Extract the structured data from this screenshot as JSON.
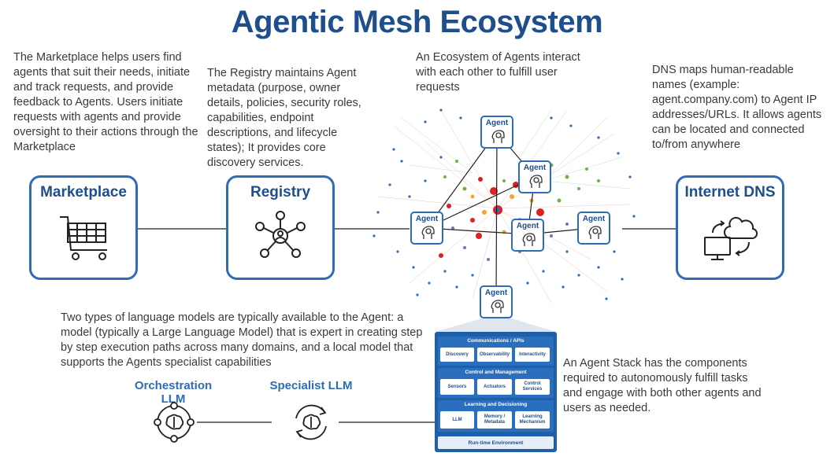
{
  "title": "Agentic Mesh Ecosystem",
  "marketplace": {
    "description": "The Marketplace helps users find agents that suit their needs, initiate and track requests, and provide feedback to Agents. Users initiate requests with agents and provide oversight to their actions through the Marketplace",
    "label": "Marketplace",
    "icon": "shopping-cart-icon"
  },
  "registry": {
    "description": "The Registry maintains Agent metadata (purpose, owner details, policies, security roles, capabilities, endpoint descriptions, and lifecycle states);  It provides core discovery services.",
    "label": "Registry",
    "icon": "network-hub-icon"
  },
  "ecosystem": {
    "description": "An Ecosystem of Agents interact with each other to fulfill user requests",
    "agent_label": "Agent"
  },
  "dns": {
    "description": "DNS maps human-readable names (example: agent.company.com) to Agent IP addresses/URLs. It allows agents can be located and connected to/from anywhere",
    "label": "Internet DNS",
    "icon": "cloud-computer-icon"
  },
  "llm": {
    "description": "Two types of language models are typically available to the Agent: a model (typically a Large Language Model) that is expert in creating step by step execution paths across many domains, and a local model that supports the Agents specialist capabilities",
    "orchestration_label": "Orchestration LLM",
    "specialist_label": "Specialist LLM"
  },
  "stack": {
    "description": "An Agent Stack has the components required to autonomously fulfill tasks and engage with both other agents and users as needed.",
    "layers": [
      {
        "title": "Communications / APIs",
        "cells": [
          "Discovery",
          "Observability",
          "Interactivity"
        ]
      },
      {
        "title": "Control and Management",
        "cells": [
          "Sensors",
          "Actuators",
          "Control Services"
        ]
      },
      {
        "title": "Learning and Decisioning",
        "cells": [
          "LLM",
          "Memory / Metadata",
          "Learning Mechanism"
        ]
      }
    ],
    "runtime": "Run-time Environment"
  },
  "colors": {
    "brand": "#1f4e8c",
    "accent": "#2e6cb5",
    "hub_red": "#e02020"
  }
}
